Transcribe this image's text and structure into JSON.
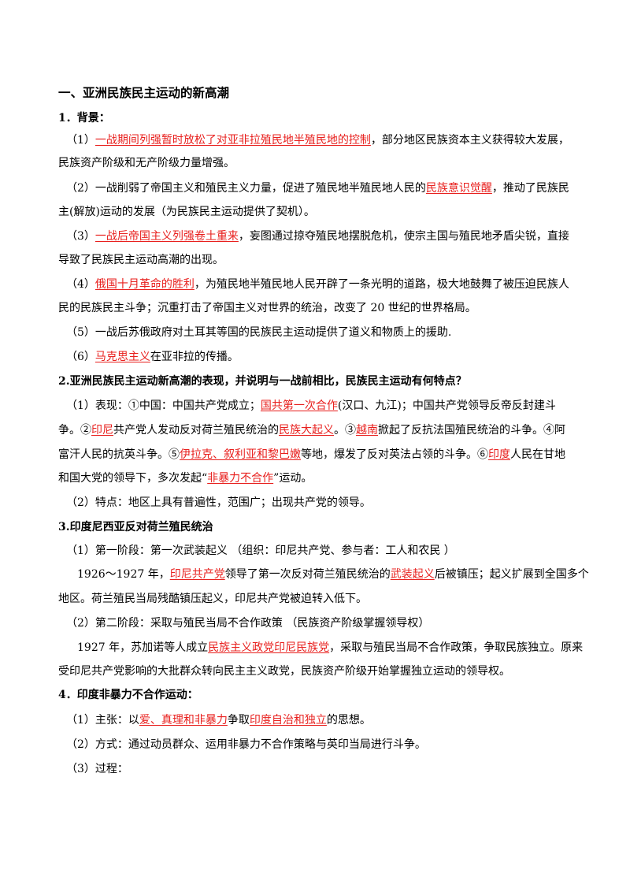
{
  "doc": {
    "title": "一、亚洲民族民主运动的新高潮",
    "s1": {
      "heading": "1．背景：",
      "p1": {
        "a": "（1）",
        "b": "一战期间列强暂时放松了对亚非拉殖民地半殖民地的控制",
        "c": "，部分地区民族资本主义获得较大发展，",
        "d": "民族资产阶级和无产阶级力量增强。"
      },
      "p2": {
        "a": "（2）一战削弱了帝国主义和殖民主义力量，促进了殖民地半殖民地人民的",
        "b": "民族意识觉醒",
        "c": "，推动了民族民",
        "d": "主(解放)运动的发展（为民族民主运动提供了契机）。"
      },
      "p3": {
        "a": "（3）",
        "b": "一战后帝国主义列强卷土重来",
        "c": "，妄图通过掠夺殖民地摆脱危机，使宗主国与殖民地矛盾尖锐，直接",
        "d": "导致了民族民主运动高潮的出现。"
      },
      "p4": {
        "a": "（4）",
        "b": "俄国十月革命的胜利",
        "c": "，为殖民地半殖民地人民开辟了一条光明的道路，极大地鼓舞了被压迫民族人",
        "d": "民的民族民主斗争；沉重打击了帝国主义对世界的统治，改变了 20 世纪的世界格局。"
      },
      "p5": "（5）一战后苏俄政府对土耳其等国的民族民主运动提供了道义和物质上的援助.",
      "p6": {
        "a": "（6）",
        "b": "马克思主义",
        "c": "在亚非拉的传播。"
      }
    },
    "s2": {
      "heading": "2.亚洲民族民主运动新高潮的表现，并说明与一战前相比，民族民主运动有何特点？",
      "l1": {
        "a": "（1）表现：①中国：中国共产党成立；",
        "b": "国共第一次合作",
        "c": "(汉口、九江)；中国共产党领导反帝反封建斗"
      },
      "l2": {
        "a": "争。②",
        "b": "印尼",
        "c": "共产党人发动反对荷兰殖民统治的",
        "d": "民族大起义",
        "e": "。③",
        "f": "越南",
        "g": "掀起了反抗法国殖民统治的斗争。④阿"
      },
      "l3": {
        "a": "富汗人民的抗英斗争。⑤",
        "b": "伊拉克、叙利亚和黎巴嫩",
        "c": "等地，爆发了反对英法占领的斗争。⑥",
        "d": "印度",
        "e": "人民在甘地"
      },
      "l4": {
        "a": "和国大党的领导下，多次发起“",
        "b": "非暴力不合作",
        "c": "”运动。"
      },
      "l5": "（2）特点：地区上具有普遍性，范围广；出现共产党的领导。"
    },
    "s3": {
      "heading": "3.印度尼西亚反对荷兰殖民统治",
      "l1": "（1）第一阶段：第一次武装起义 （组织：印尼共产党、参与者：工人和农民 ）",
      "l2": {
        "a": "1926～1927 年，",
        "b": "印尼共产党",
        "c": "领导了第一次反对荷兰殖民统治的",
        "d": "武装起义",
        "e": "后被镇压；起义扩展到全国多个"
      },
      "l3": "地区。荷兰殖民当局残酷镇压起义，印尼共产党被迫转入低下。",
      "l4": "（2）第二阶段：采取与殖民当局不合作政策 （民族资产阶级掌握领导权）",
      "l5": {
        "a": "1927 年，苏加诺等人成立",
        "b": "民族主义政党印尼民族党",
        "c": "，采取与殖民当局不合作政策，争取民族独立。原来"
      },
      "l6": "受印尼共产党影响的大批群众转向民主主义政党，民族资产阶级开始掌握独立运动的领导权。"
    },
    "s4": {
      "heading": "4．印度非暴力不合作运动：",
      "l1": {
        "a": "（1）主张：以",
        "b": "爱、真理和非暴力",
        "c": "争取",
        "d": "印度自治和独立",
        "e": "的思想。"
      },
      "l2": "（2）方式：通过动员群众、运用非暴力不合作策略与英印当局进行斗争。",
      "l3": "（3）过程："
    }
  }
}
